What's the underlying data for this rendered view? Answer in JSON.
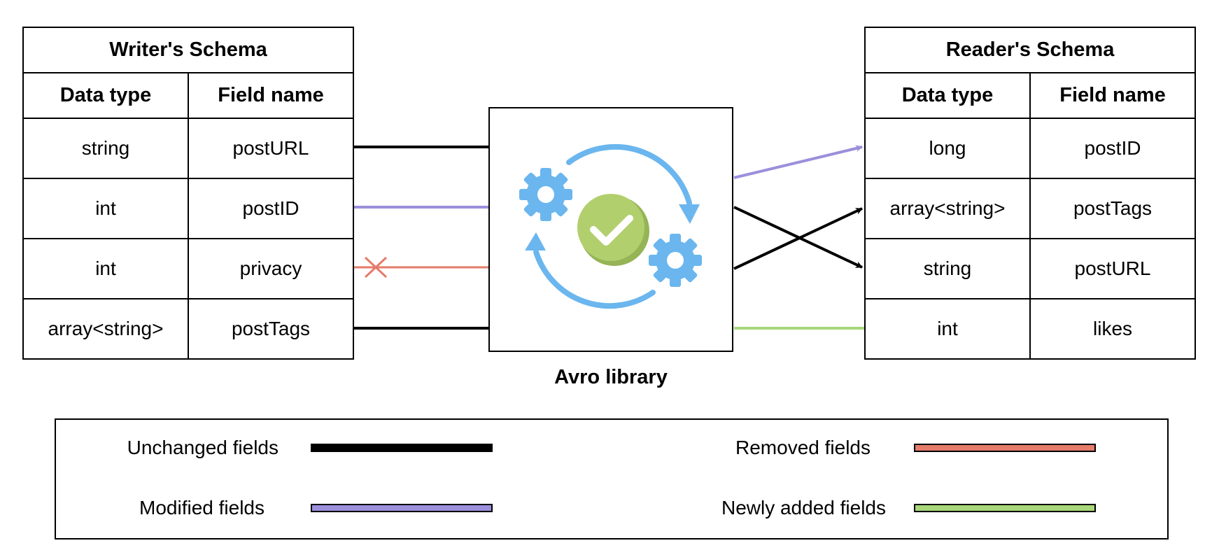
{
  "writer": {
    "title": "Writer's Schema",
    "headers": [
      "Data type",
      "Field name"
    ],
    "rows": [
      {
        "type": "string",
        "name": "postURL"
      },
      {
        "type": "int",
        "name": "postID"
      },
      {
        "type": "int",
        "name": "privacy"
      },
      {
        "type": "array<string>",
        "name": "postTags"
      }
    ]
  },
  "reader": {
    "title": "Reader's Schema",
    "headers": [
      "Data type",
      "Field name"
    ],
    "rows": [
      {
        "type": "long",
        "name": "postID"
      },
      {
        "type": "array<string>",
        "name": "postTags"
      },
      {
        "type": "string",
        "name": "postURL"
      },
      {
        "type": "int",
        "name": "likes"
      }
    ]
  },
  "library": {
    "label": "Avro library"
  },
  "legend": {
    "unchanged": "Unchanged fields",
    "modified": "Modified fields",
    "removed": "Removed fields",
    "added": "Newly added fields"
  },
  "colors": {
    "unchanged": "#000000",
    "modified": "#9b8fdc",
    "removed": "#e57b6a",
    "added": "#a8d77a",
    "gear": "#6bb6ee",
    "check": "#a9c96b"
  }
}
